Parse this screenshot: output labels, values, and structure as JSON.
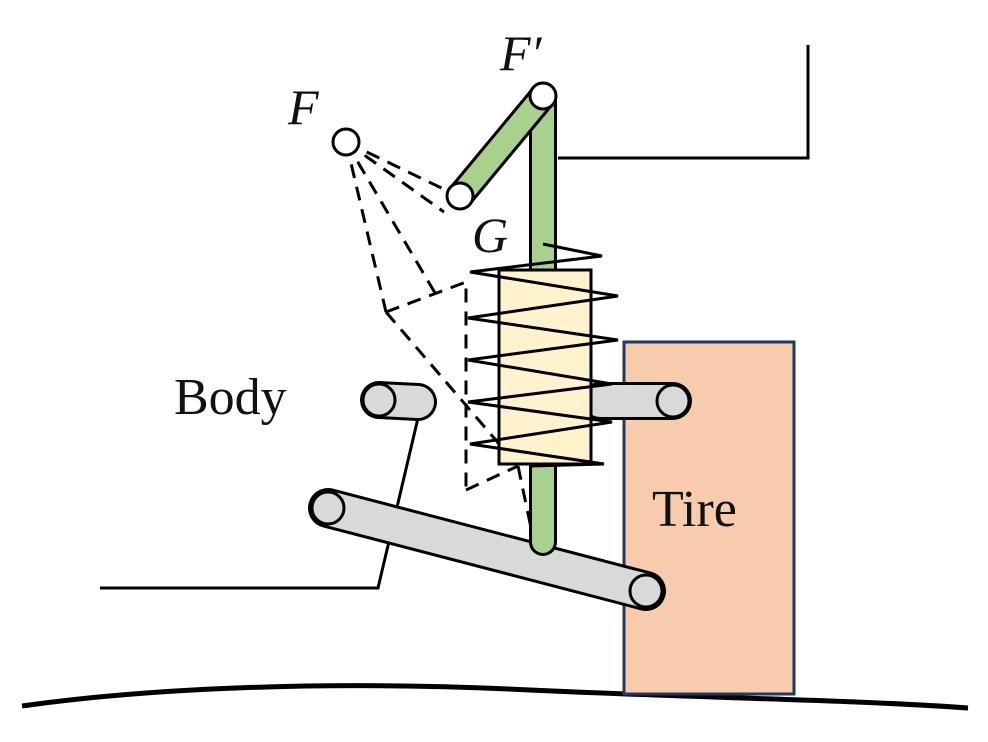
{
  "labels": {
    "F_prime": "F′",
    "F": "F",
    "G": "G",
    "body": "Body",
    "tire": "Tire"
  },
  "colors": {
    "link_green": "#a8d18d",
    "damper_fill": "#fff2cc",
    "tire_fill": "#f8cbad",
    "tire_border": "#1f3864",
    "arm_gray": "#d9d9d9",
    "stroke": "#000000"
  }
}
